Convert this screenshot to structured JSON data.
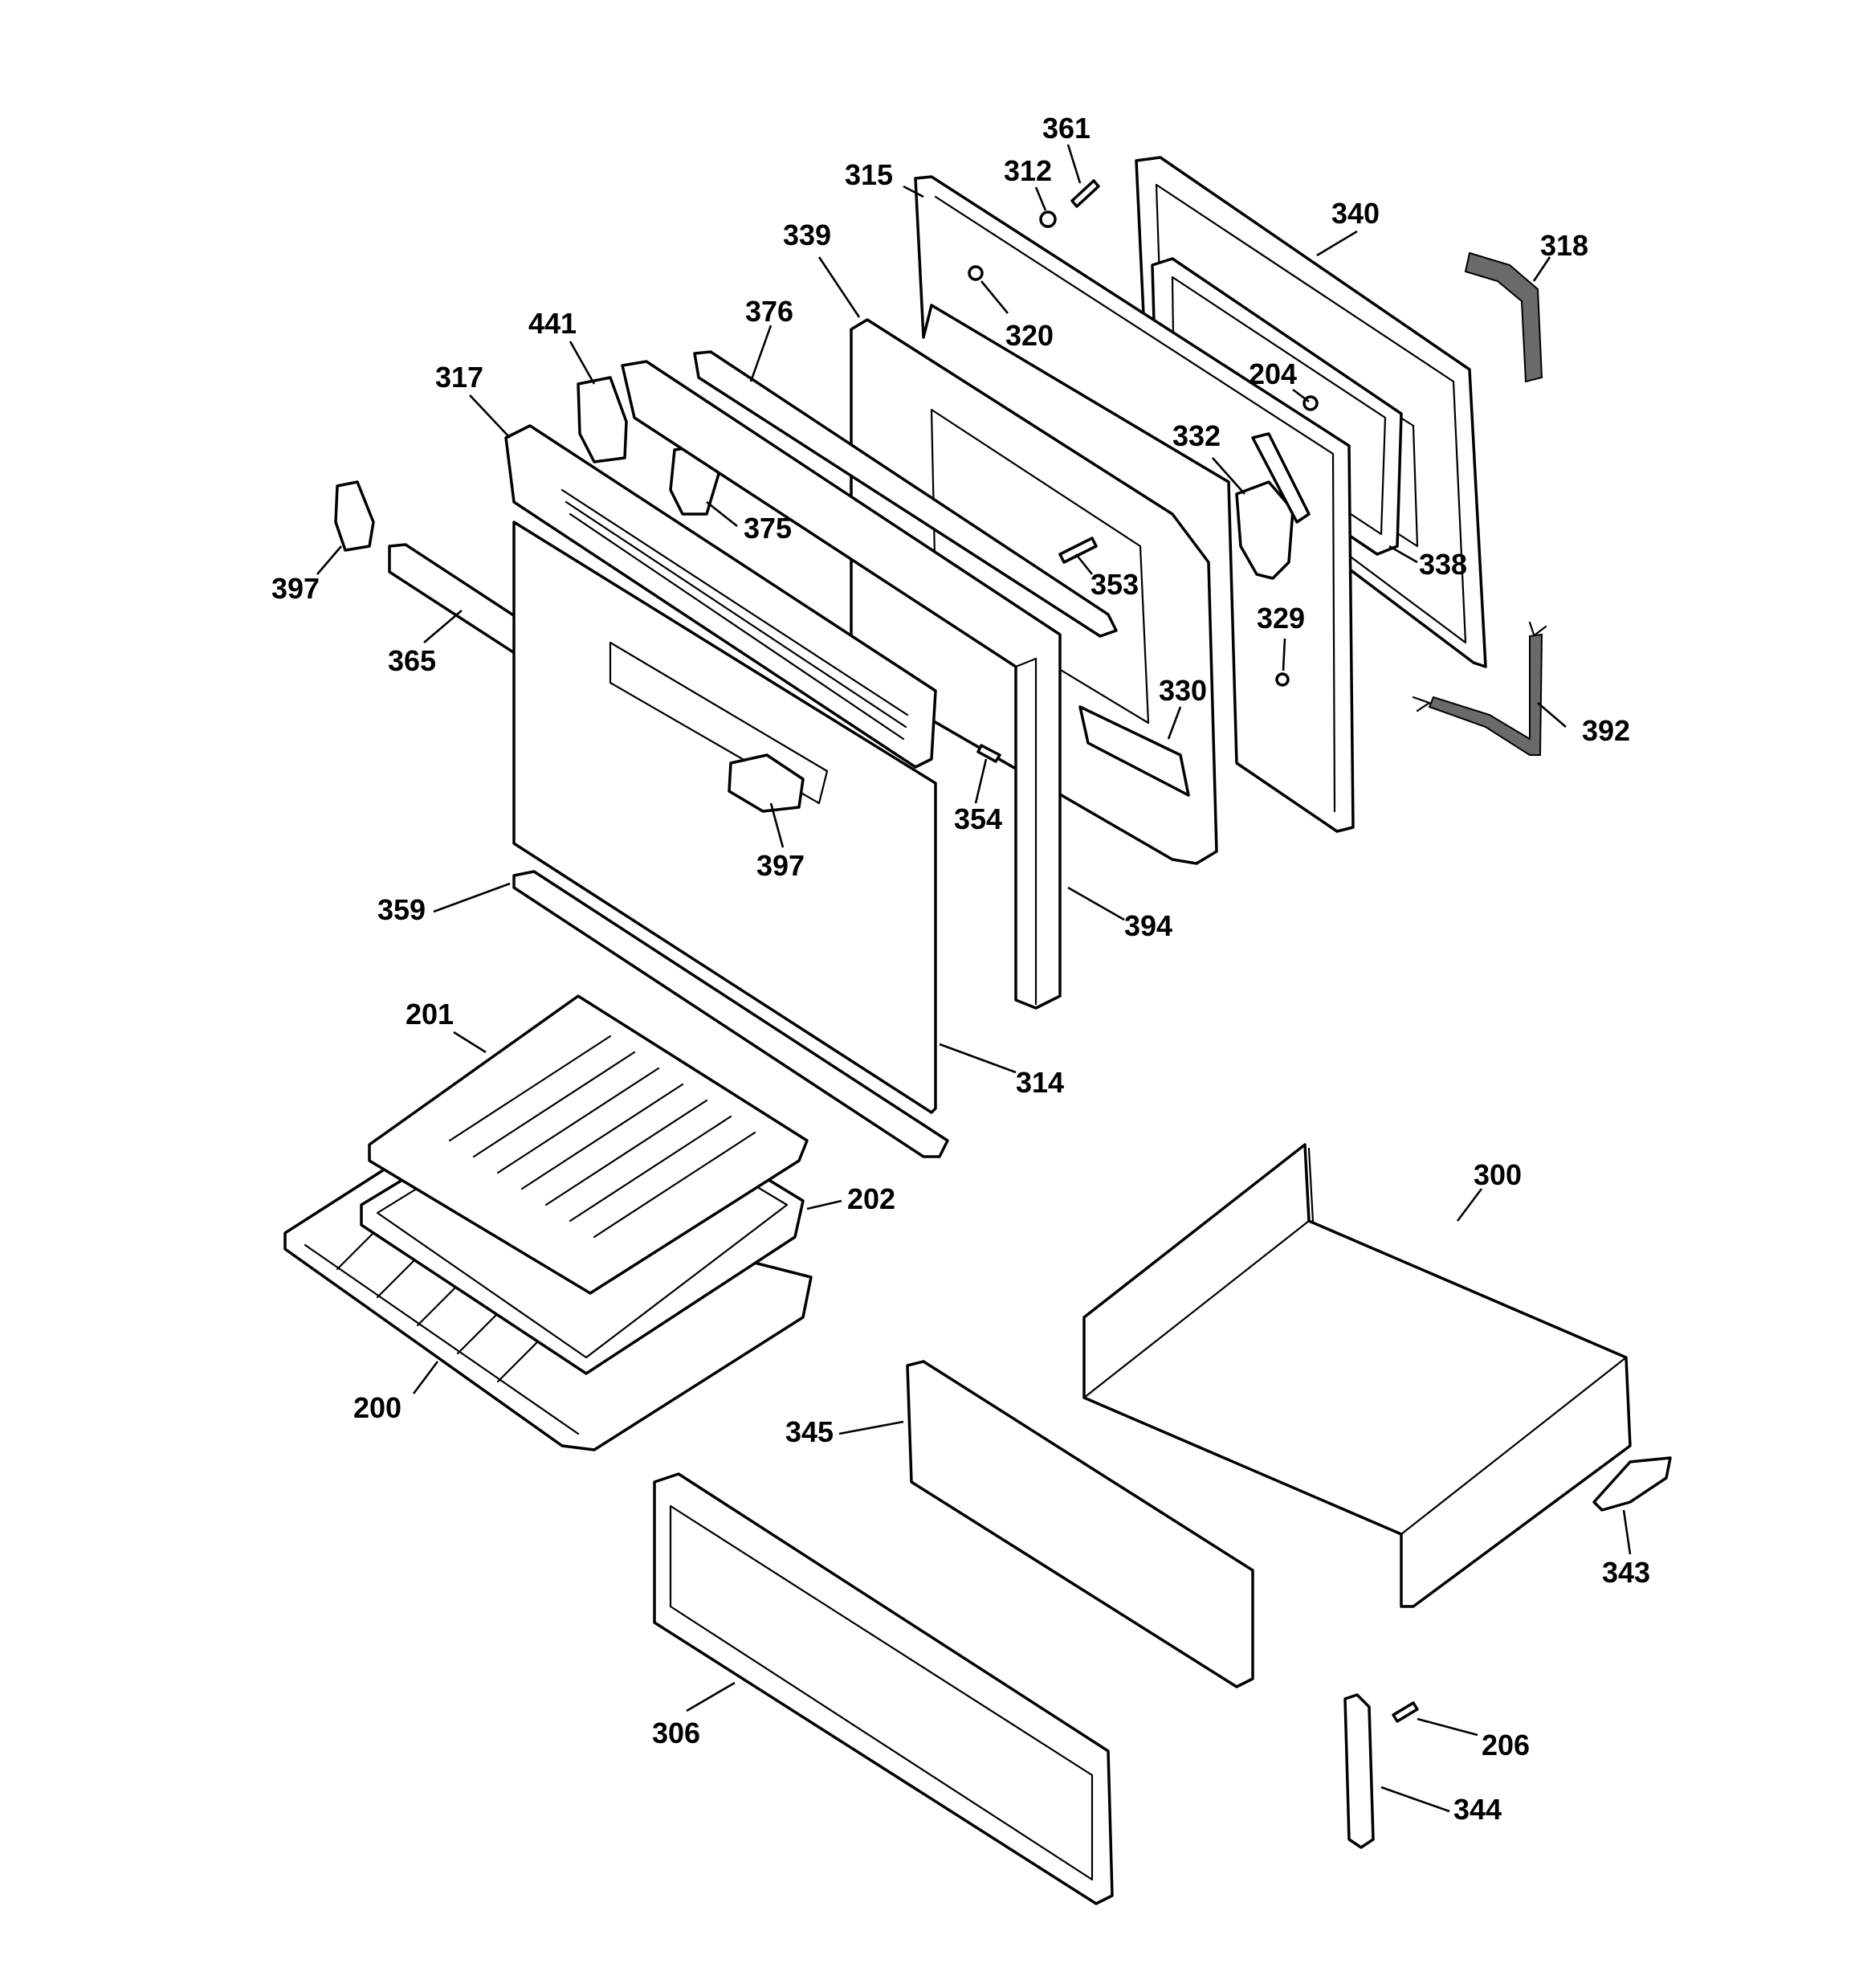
{
  "callouts": [
    {
      "id": "c200",
      "label": "200"
    },
    {
      "id": "c201",
      "label": "201"
    },
    {
      "id": "c202",
      "label": "202"
    },
    {
      "id": "c204",
      "label": "204"
    },
    {
      "id": "c206",
      "label": "206"
    },
    {
      "id": "c300",
      "label": "300"
    },
    {
      "id": "c306",
      "label": "306"
    },
    {
      "id": "c312",
      "label": "312"
    },
    {
      "id": "c314",
      "label": "314"
    },
    {
      "id": "c315",
      "label": "315"
    },
    {
      "id": "c317",
      "label": "317"
    },
    {
      "id": "c318",
      "label": "318"
    },
    {
      "id": "c320",
      "label": "320"
    },
    {
      "id": "c329",
      "label": "329"
    },
    {
      "id": "c330",
      "label": "330"
    },
    {
      "id": "c332",
      "label": "332"
    },
    {
      "id": "c338",
      "label": "338"
    },
    {
      "id": "c339",
      "label": "339"
    },
    {
      "id": "c340",
      "label": "340"
    },
    {
      "id": "c343",
      "label": "343"
    },
    {
      "id": "c344",
      "label": "344"
    },
    {
      "id": "c345",
      "label": "345"
    },
    {
      "id": "c353",
      "label": "353"
    },
    {
      "id": "c354",
      "label": "354"
    },
    {
      "id": "c359",
      "label": "359"
    },
    {
      "id": "c361",
      "label": "361"
    },
    {
      "id": "c365",
      "label": "365"
    },
    {
      "id": "c375",
      "label": "375"
    },
    {
      "id": "c376",
      "label": "376"
    },
    {
      "id": "c392",
      "label": "392"
    },
    {
      "id": "c394",
      "label": "394"
    },
    {
      "id": "c397a",
      "label": "397"
    },
    {
      "id": "c397b",
      "label": "397"
    },
    {
      "id": "c441",
      "label": "441"
    }
  ]
}
